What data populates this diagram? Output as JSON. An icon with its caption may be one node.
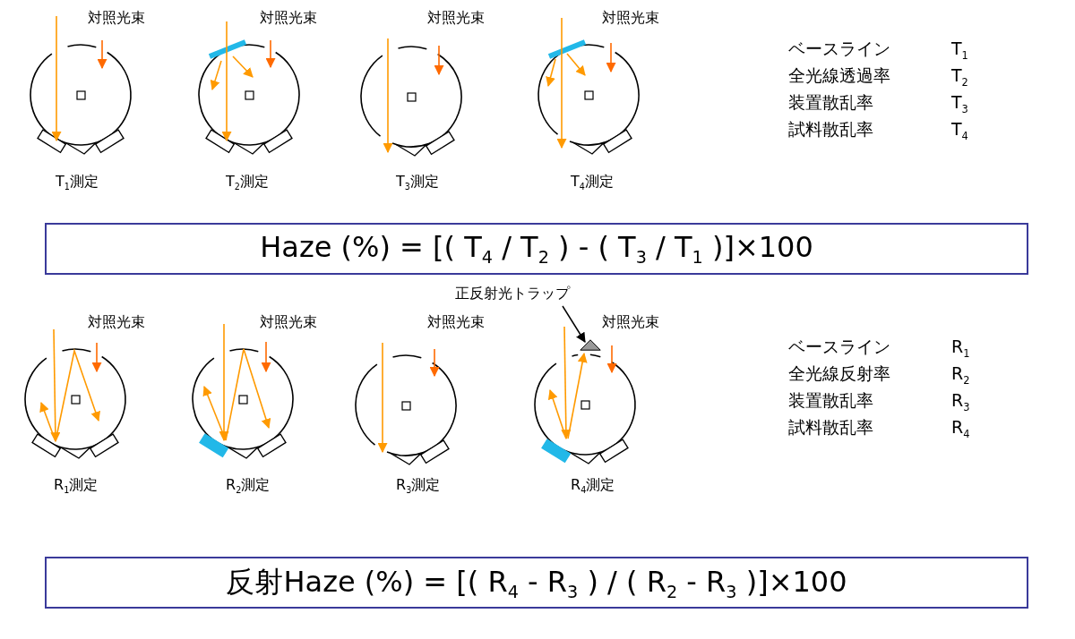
{
  "diagram": {
    "nodes": [
      {
        "text": [
          "Haze (%) = [( T$_{4}$ / T$_{2}$ ) - ( T$_{3}$ / T$_{1}$ )]×100"
        ]
      },
      {
        "text": [
          "反射Haze (%) = [( R$_{4}$ - R$_{3}$ ) / ( R$_{2}$ - R$_{3}$ )]×100"
        ]
      },
      {
        "text": [
          "正反射光トラップ"
        ]
      },
      {
        "text": [],
        "shape": "triangle"
      }
    ],
    "edges": [
      {
        "from": 2,
        "to": 3,
        "arrow": "to"
      }
    ],
    "labels": [
      "対照光束",
      "対照光束",
      "対照光束",
      "対照光束",
      "ベースライン",
      "T$_{1}$",
      "全光線透過率",
      "T$_{2}$",
      "装置散乱率",
      "T$_{3}$",
      "試料散乱率",
      "T$_{4}$",
      "T$_{1}$測定",
      "T$_{2}$測定",
      "T$_{3}$測定",
      "T$_{4}$測定",
      "対照光束",
      "対照光束",
      "対照光束",
      "対照光束",
      "ベースライン",
      "R$_{1}$",
      "全光線反射率",
      "R$_{2}$",
      "装置散乱率",
      "R$_{3}$",
      "試料散乱率",
      "R$_{4}$",
      "R$_{1}$測定",
      "R$_{2}$測定",
      "R$_{3}$測定",
      "R$_{4}$測定"
    ]
  }
}
